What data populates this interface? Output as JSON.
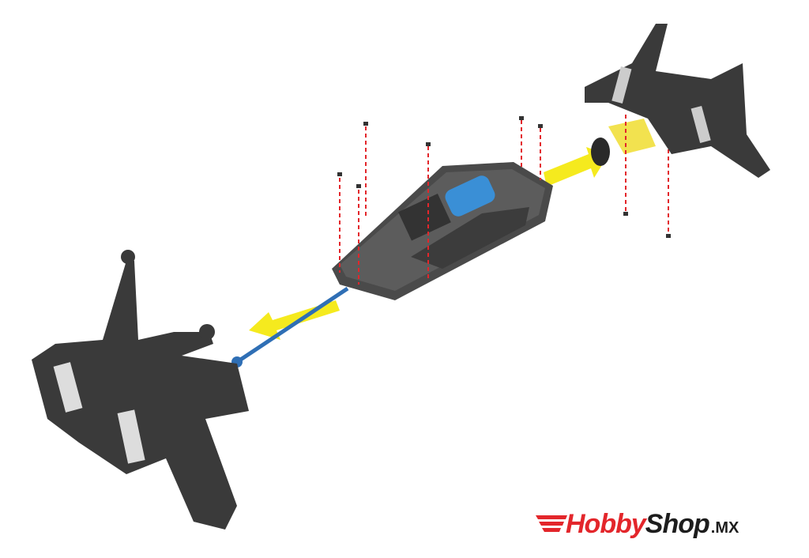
{
  "logo": {
    "part1": "Hobby",
    "part2": "Shop",
    "tld": ".MX",
    "colors": {
      "red": "#e3262b",
      "black": "#1d1d1d"
    }
  },
  "colors": {
    "chassis": "#4a4a4a",
    "arrow": "#f5ea1e",
    "screw_line": "#e3262b",
    "motor": "#3a8fd6",
    "driveshaft": "#2f6fb5"
  }
}
